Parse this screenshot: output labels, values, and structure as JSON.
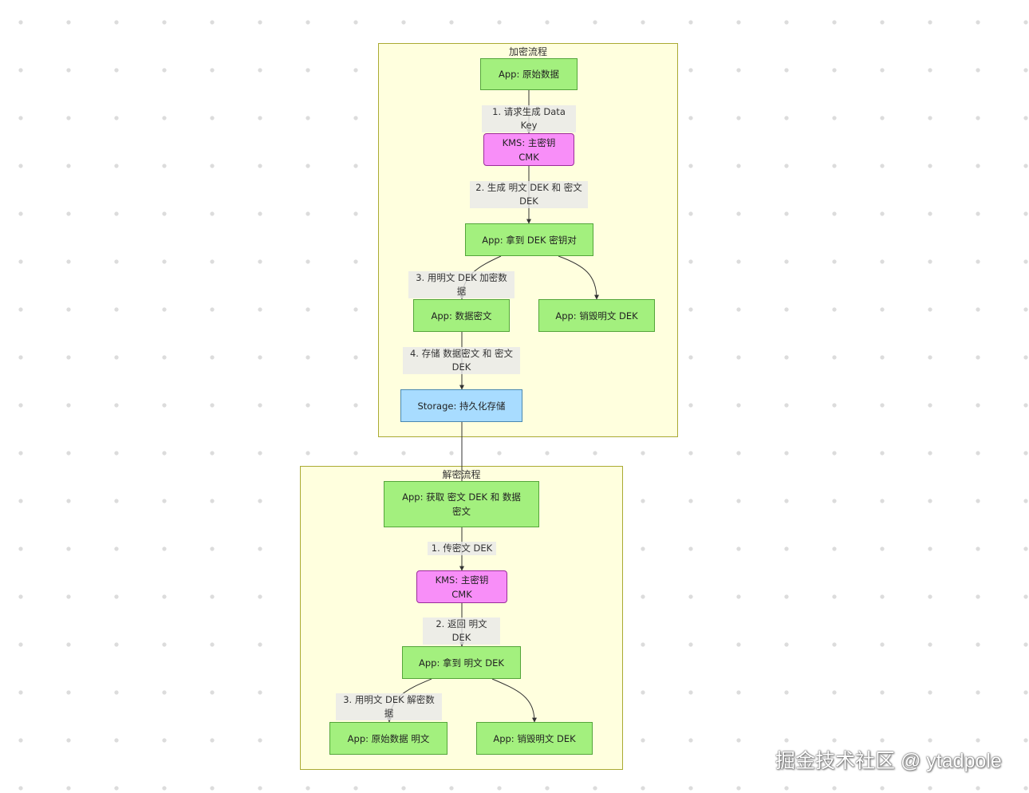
{
  "encrypt": {
    "title": "加密流程",
    "nodes": {
      "app_raw": "App: 原始数据",
      "kms_cmk": "KMS: 主密钥 CMK",
      "app_get_pair": "App: 拿到 DEK 密钥对",
      "app_cipher": "App: 数据密文",
      "app_destroy": "App: 销毁明文 DEK",
      "storage": "Storage: 持久化存储"
    },
    "edges": {
      "e1": "1. 请求生成 Data Key",
      "e2": "2. 生成 明文 DEK 和 密文 DEK",
      "e3": "3. 用明文 DEK 加密数据",
      "e4": "4. 存储 数据密文 和 密文 DEK"
    }
  },
  "decrypt": {
    "title": "解密流程",
    "nodes": {
      "app_fetch": "App: 获取 密文 DEK 和 数据密文",
      "kms_cmk": "KMS: 主密钥 CMK",
      "app_get_plain": "App: 拿到 明文 DEK",
      "app_plain_data": "App: 原始数据 明文",
      "app_destroy": "App: 销毁明文 DEK"
    },
    "edges": {
      "e1": "1. 传密文 DEK",
      "e2": "2. 返回 明文 DEK",
      "e3": "3. 用明文 DEK 解密数据"
    }
  },
  "colors": {
    "cluster_fill": "#ffffde",
    "cluster_border": "#aaaa33",
    "app_node": "#a3f07e",
    "kms_node": "#f88ef8",
    "storage_node": "#a8dcff",
    "edge": "#333333"
  },
  "watermark": "掘金技术社区 @ ytadpole"
}
